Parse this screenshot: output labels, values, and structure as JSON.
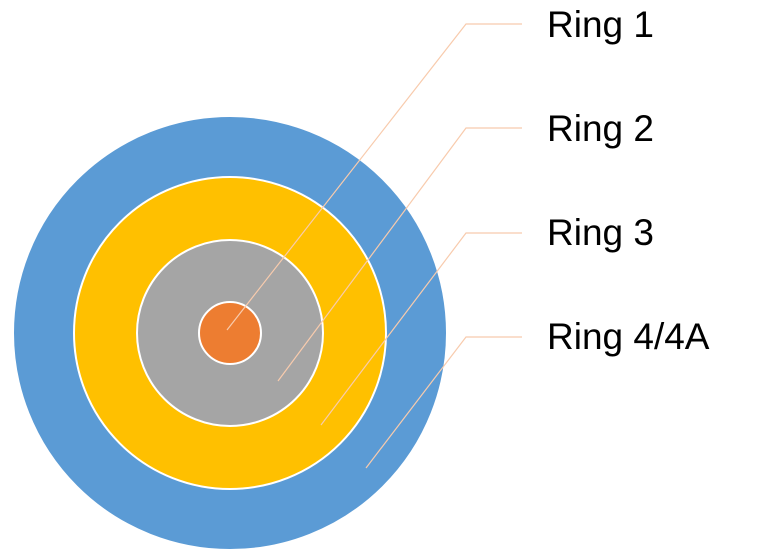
{
  "chart_data": {
    "type": "pie",
    "subtype": "concentric-doughnut",
    "title": "",
    "center": [
      230,
      333
    ],
    "series": [
      {
        "name": "Ring 1",
        "color": "#ED7D31",
        "radius": 31
      },
      {
        "name": "Ring 2",
        "color": "#A5A5A5",
        "radius": 93
      },
      {
        "name": "Ring 3",
        "color": "#FFC000",
        "radius": 156
      },
      {
        "name": "Ring 4/4A",
        "color": "#5B9BD5",
        "radius": 217
      }
    ],
    "legend": [
      "Ring 1",
      "Ring 2",
      "Ring 3",
      "Ring 4/4A"
    ],
    "leader_line_color": "#F8CBAD"
  },
  "labels": {
    "ring1": "Ring 1",
    "ring2": "Ring 2",
    "ring3": "Ring 3",
    "ring4": "Ring 4/4A"
  }
}
